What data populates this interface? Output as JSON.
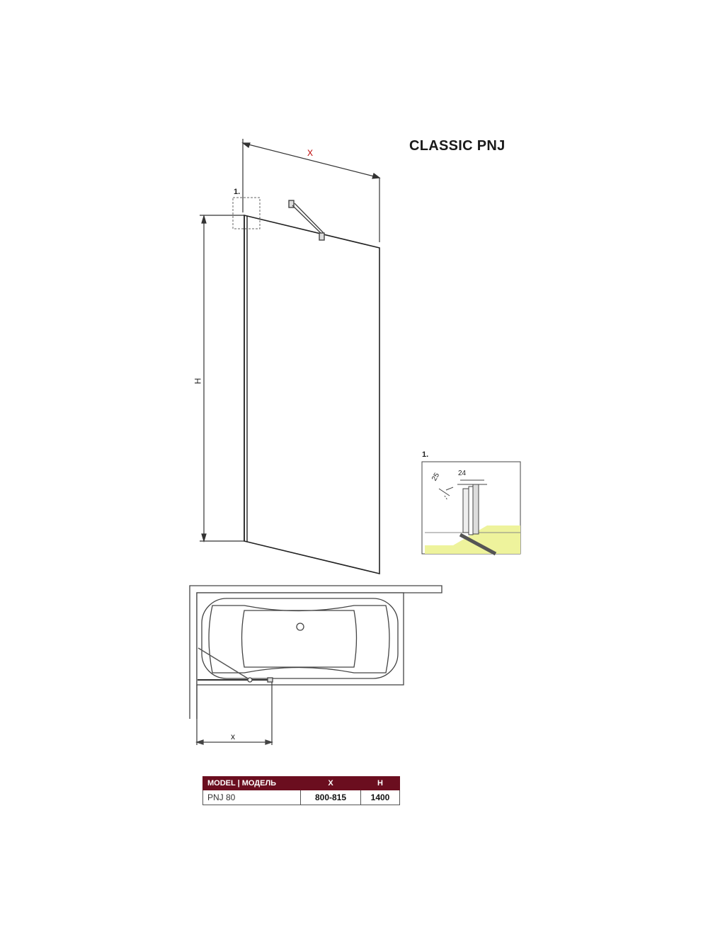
{
  "title": "CLASSIC PNJ",
  "callouts": {
    "main": "1.",
    "detail": "1."
  },
  "dimensions": {
    "width_top": "X",
    "height": "H",
    "width_plan": "x"
  },
  "detail": {
    "dim_a": "25",
    "dim_b": "24",
    "floor_color": "#eef39c"
  },
  "table": {
    "headers": {
      "model": "MODEL | МОДЕЛЬ",
      "x": "X",
      "h": "H"
    },
    "rows": [
      {
        "model": "PNJ 80",
        "x": "800-815",
        "h": "1400"
      }
    ],
    "header_color": "#6b0e1f"
  }
}
